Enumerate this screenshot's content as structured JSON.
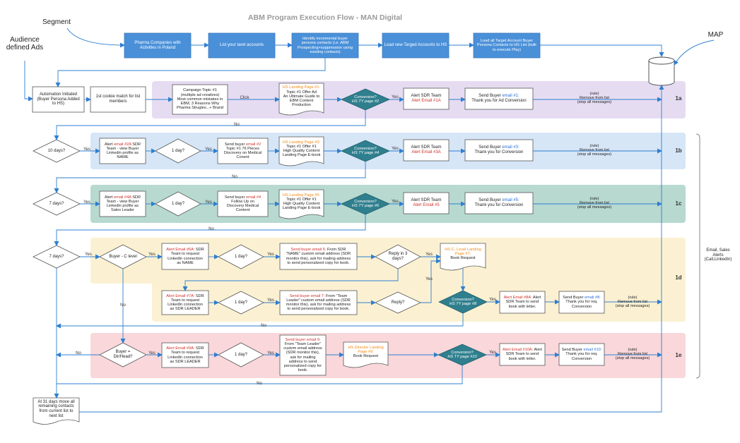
{
  "title": "ABM Program Execution Flow - MAN Digital",
  "labels": {
    "segment": "Segment",
    "audience_line1": "Audience",
    "audience_line2": "defined Ads",
    "map": "MAP",
    "side_line1": "Email, Sales",
    "side_line2": "Alerts",
    "side_line3": "(Call,LinkedIn)"
  },
  "top_steps": [
    [
      "Pharma Companies with",
      "Activities in Poland"
    ],
    [
      "List your taret accounts"
    ],
    [
      "Identify incremental buyer",
      "persona contacts (i.e. ABM",
      "Prospecting+suppression using",
      "existing contacts)"
    ],
    [
      "Load new Targed Accounts to HS"
    ],
    [
      "Load all Target Account Buyer",
      "Persona Contacts to HS List (bulk",
      "to execute Play)"
    ]
  ],
  "start": {
    "automation": [
      "Automation Initiated",
      "(Buyer Persona Added",
      "to HS)"
    ],
    "cookie": [
      "1st cookie match for list",
      "members"
    ],
    "end_note": [
      "At 31 days move all",
      "remaining contacts",
      "from current list to",
      "next list"
    ]
  },
  "band_ids": [
    "1a",
    "1b",
    "1c",
    "1d",
    "1e"
  ],
  "edge_labels": {
    "yes": "Yes",
    "no": "No",
    "click": "Click",
    "rule": "(rule)"
  },
  "b1a": {
    "campaign": [
      "Campaign Topic #1",
      "(multiple ad creatives)",
      "Most common mistakes in",
      "EBM, 3 Reasons Why",
      "Pharma Strugles...+ Brand"
    ],
    "lp_a": "HS Landing Page #1:",
    "lp_b": [
      "Topic #1 Offer Ad",
      "An Ultimate Guide to",
      "EBM Content",
      "Production"
    ],
    "conv_a": "Conversion?",
    "conv_b": "HS TY page #2",
    "alert_a": "Alert SDR Team",
    "alert_b": "Alert Email #1A",
    "send_a": "Send Buyer",
    "send_b": "email #1:",
    "send_c": "Thank you for Ad Conversion",
    "remove": [
      "Remove from list",
      "(stop all messages)"
    ]
  },
  "b1b": {
    "wait": "10 days?",
    "alert_a": "Alert",
    "alert_b": "email #2A",
    "alert_c": "SDR",
    "alert_d": [
      "Team - view Buyer",
      "Linkedin profile as",
      "NAME"
    ],
    "day": "1 day?",
    "send_a": "Send buyer",
    "send_b": "email #2",
    "send_c": [
      "Topic #1 76 Pieces",
      "Discovery on Medical",
      "Conent"
    ],
    "lp_a": "HS Landing Page #3:",
    "lp_b": [
      "Topic #1 Offer #1",
      "High Quality Content",
      "Landing Page E-book"
    ],
    "conv_a": "Conversion?",
    "conv_b": "HS TY page #4",
    "salert_a": "Alert SDR Team",
    "salert_b": "Alert Email #3A",
    "sent_a": "Send Buyer",
    "sent_b": "email #3:",
    "sent_c": "Thank you for Conversion",
    "remove": [
      "Remove from list",
      "(stop all messages)"
    ]
  },
  "b1c": {
    "wait": "7 days?",
    "alert_a": "Alert",
    "alert_b": "email #4A",
    "alert_c": "SDR",
    "alert_d": [
      "Team - view Buyer",
      "Linkedin profile as",
      "Sales Leader"
    ],
    "day": "1 day?",
    "send_a": "Send buyer",
    "send_b": "email #4",
    "send_c": [
      "Follow Up on",
      "Discovery Medical",
      "Content"
    ],
    "lp_a": "HS Landing Page #5:",
    "lp_b": [
      "Topic #1 Offer #1",
      "High Quality Content",
      "Landing Page E-book"
    ],
    "conv_a": "Conversion?",
    "conv_b": "HS TY page #6",
    "salert_a": "Alert SDR Team",
    "salert_b": "Alert Email #5",
    "sent_a": "Send Buyer",
    "sent_b": "email #5:",
    "sent_c": "Thank you for Conversion",
    "remove": [
      "Remove from list",
      "(stop all messages)"
    ]
  },
  "b1d": {
    "wait": "7 days?",
    "clevel": "Buyer - C level",
    "a6_a": "Alert Email #6A:",
    "a6_b": "SDR",
    "a6_c": [
      "Team to request",
      "LinkedIn connection",
      "as NAME"
    ],
    "day1": "1 day?",
    "s6_a": "Send buyer email 6:",
    "s6_b": "From SDR",
    "s6_c": [
      "\"NAME\" custom email address (SDR",
      "monitor this), ask for mailing address",
      "to send personalized copy for book."
    ],
    "reply3": [
      "Reply in 3",
      "days?"
    ],
    "lp7_a": "HS C- Level Landing",
    "lp7_b": "Page #7:",
    "lp7_c": "Book Request",
    "a7_a": "Alert Email #7A:",
    "a7_b": "SDR",
    "a7_c": [
      "Team to request",
      "LinkedIn connection",
      "as SDR LEADER"
    ],
    "day2": "1 day?",
    "s7_a": "Send buyer email 7:",
    "s7_b": "From \"Team",
    "s7_c": [
      "Leader\" custom email address (SDR",
      "monitor this), ask for mailing address",
      "to send personalized copy for book."
    ],
    "reply": "Reply?",
    "conv_a": "Conversion?",
    "conv_b": "HS TY page #8",
    "a8_a": "Alert Email #8A:",
    "a8_b": "Alert",
    "a8_c": [
      "SDR Team to send",
      "book with letter."
    ],
    "s8_a": "Send Buyer",
    "s8_b": "email #8:",
    "s8_c": [
      "Thank you for req.",
      "Conversion"
    ],
    "remove": [
      "Remove from list",
      "(stop all messages)"
    ]
  },
  "b1e": {
    "dir": [
      "Buyer =",
      "Dir/Head?"
    ],
    "a9_a": "Alert Email #9A:",
    "a9_b": "SDR",
    "a9_c": [
      "Team to request",
      "LinkedIn connection",
      "as SDR LEADER"
    ],
    "day": "1 day?",
    "s9_a": "Send buyer email 9:",
    "s9_c": [
      "From \"Team Leader\"",
      "custom email address",
      "(SDR monitor this),",
      "ask for mailing",
      "address to send",
      "personalized copy for",
      "book."
    ],
    "lp_a": "HS Director Landing",
    "lp_b": "Page #9:",
    "lp_c": "Book Request",
    "conv_a": "Conversion?",
    "conv_b": "HS TY page #10",
    "a10_a": "Alert Email #10A:",
    "a10_b": "Alert",
    "a10_c": [
      "SDR Team to send",
      "book with letter."
    ],
    "s10_a": "Send Buyer",
    "s10_b": "email #10:",
    "s10_c": [
      "Thank you for req.",
      "Conversion"
    ],
    "remove": [
      "Remove from list",
      "(stop all messages)"
    ]
  },
  "colors": {
    "band_1a": "#e6dcf2",
    "band_1b": "#d6e6f7",
    "band_1c": "#b7d9d0",
    "band_1d": "#fbf1d2",
    "band_1e": "#f9d7db",
    "process_blue": "#4a90d9",
    "decision_teal": "#2f7f8e",
    "edge": "#2f7fd0",
    "stroke": "#4a4a4a",
    "node_fill": "#ffffff"
  },
  "icons": {
    "map": "database-cylinder-icon"
  }
}
